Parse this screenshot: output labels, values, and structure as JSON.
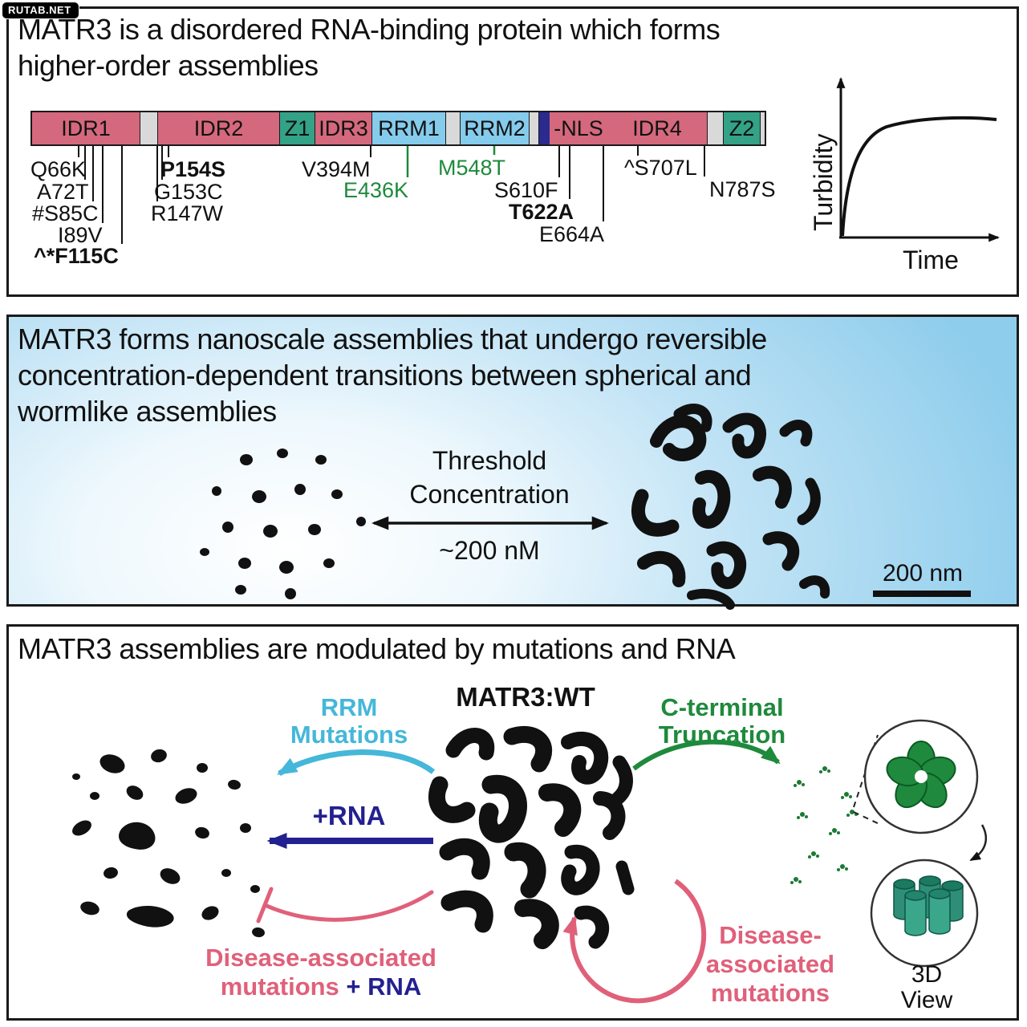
{
  "watermark": "RUTAB.NET",
  "colors": {
    "domain_pink": "#d4687d",
    "domain_teal": "#33a287",
    "domain_blue": "#85cbec",
    "domain_gray": "#d9d9d9",
    "nls_navy": "#2a2a8f",
    "accent_cyan": "#45b7d9",
    "accent_navy": "#232090",
    "accent_green": "#1e8a3c",
    "accent_pink": "#e0607a",
    "panel2_blue": "#8ecdec"
  },
  "panel1": {
    "title_lines": [
      "MATR3 is a disordered RNA-binding protein which forms",
      "higher-order assemblies"
    ],
    "domains": [
      {
        "label": "IDR1"
      },
      {
        "label": "IDR2"
      },
      {
        "label": "Z1"
      },
      {
        "label": "IDR3"
      },
      {
        "label": "RRM1"
      },
      {
        "label": "RRM2"
      },
      {
        "label": "-NLS"
      },
      {
        "label": "IDR4"
      },
      {
        "label": "Z2"
      }
    ],
    "mutations": [
      {
        "text": "Q66K"
      },
      {
        "text": "A72T"
      },
      {
        "text": "#S85C"
      },
      {
        "text": "I89V"
      },
      {
        "text": "^*F115C"
      },
      {
        "text": "P154S"
      },
      {
        "text": "G153C"
      },
      {
        "text": "R147W"
      },
      {
        "text": "V394M"
      },
      {
        "text": "E436K"
      },
      {
        "text": "M548T"
      },
      {
        "text": "S610F"
      },
      {
        "text": "T622A"
      },
      {
        "text": "E664A"
      },
      {
        "text": "^S707L"
      },
      {
        "text": "N787S"
      }
    ],
    "plot": {
      "ylabel": "Turbidity",
      "xlabel": "Time"
    }
  },
  "panel2": {
    "title_lines": [
      "MATR3 forms nanoscale assemblies that undergo reversible",
      "concentration-dependent transitions between spherical and",
      "wormlike assemblies"
    ],
    "threshold_line1": "Threshold",
    "threshold_line2": "Concentration",
    "threshold_value": "~200 nM",
    "scalebar_label": "200 nm"
  },
  "panel3": {
    "title": "MATR3 assemblies are modulated by mutations and RNA",
    "center_label": "MATR3:WT",
    "rrm_line1": "RRM",
    "rrm_line2": "Mutations",
    "rna_label": "+RNA",
    "disease_rna_line1": "Disease-associated",
    "disease_rna_mut": "mutations ",
    "disease_rna_rna": "+ RNA",
    "truncation_line1": "C-terminal",
    "truncation_line2": "Truncation",
    "disease_line1": "Disease-",
    "disease_line2": "associated",
    "disease_line3": "mutations",
    "view_line1": "3D",
    "view_line2": "View"
  }
}
